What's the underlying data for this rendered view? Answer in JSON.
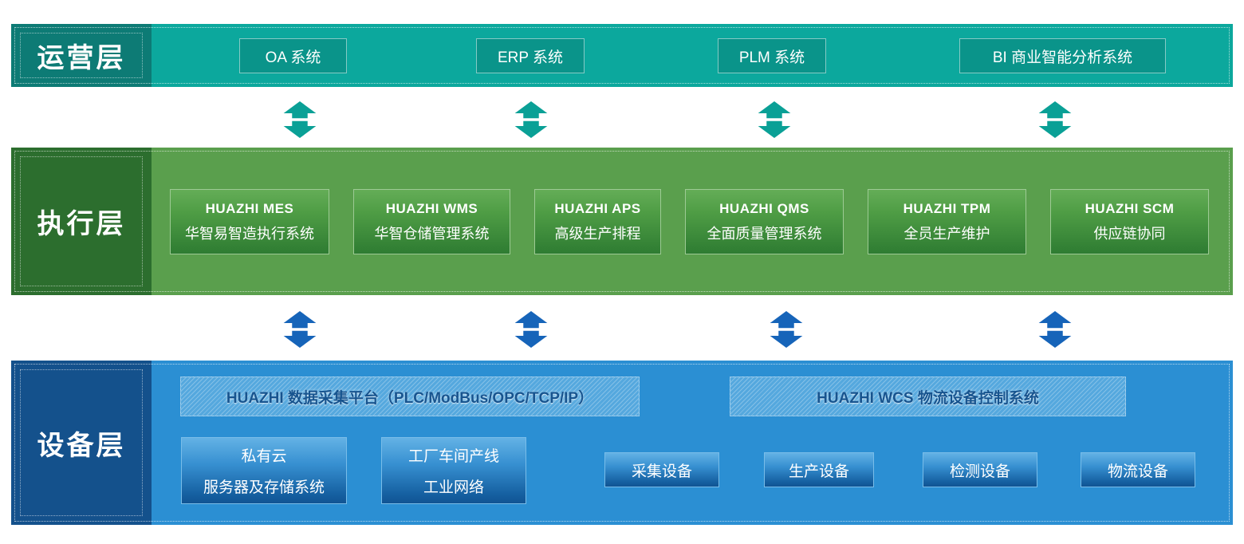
{
  "colors": {
    "operations_band": "#0ca89d",
    "operations_label_bg": "#0d7b75",
    "operations_arrow": "#0aa096",
    "execution_band": "#5a9f4d",
    "execution_label_bg": "#2c6e2e",
    "execution_button_top": "#64ad57",
    "execution_button_bottom": "#2e7c32",
    "device_band": "#2b8fd3",
    "device_label_bg": "#14518c",
    "device_arrow": "#1664b9",
    "device_button_top": "#63b2e5",
    "device_button_bottom": "#115493",
    "banner_text": "#17548f"
  },
  "operations_layer": {
    "label": "运营层",
    "systems": [
      "OA 系统",
      "ERP 系统",
      "PLM 系统",
      "BI 商业智能分析系统"
    ]
  },
  "execution_layer": {
    "label": "执行层",
    "systems": [
      {
        "name": "HUAZHI MES",
        "desc": "华智易智造执行系统"
      },
      {
        "name": "HUAZHI WMS",
        "desc": "华智仓储管理系统"
      },
      {
        "name": "HUAZHI APS",
        "desc": "高级生产排程"
      },
      {
        "name": "HUAZHI QMS",
        "desc": "全面质量管理系统"
      },
      {
        "name": "HUAZHI TPM",
        "desc": "全员生产维护"
      },
      {
        "name": "HUAZHI SCM",
        "desc": "供应链协同"
      }
    ]
  },
  "device_layer": {
    "label": "设备层",
    "platforms": [
      "HUAZHI 数据采集平台（PLC/ModBus/OPC/TCP/IP）",
      "HUAZHI WCS 物流设备控制系统"
    ],
    "infrastructure": [
      {
        "line1": "私有云",
        "line2": "服务器及存储系统"
      },
      {
        "line1": "工厂车间产线",
        "line2": "工业网络"
      }
    ],
    "devices": [
      "采集设备",
      "生产设备",
      "检测设备",
      "物流设备"
    ]
  }
}
